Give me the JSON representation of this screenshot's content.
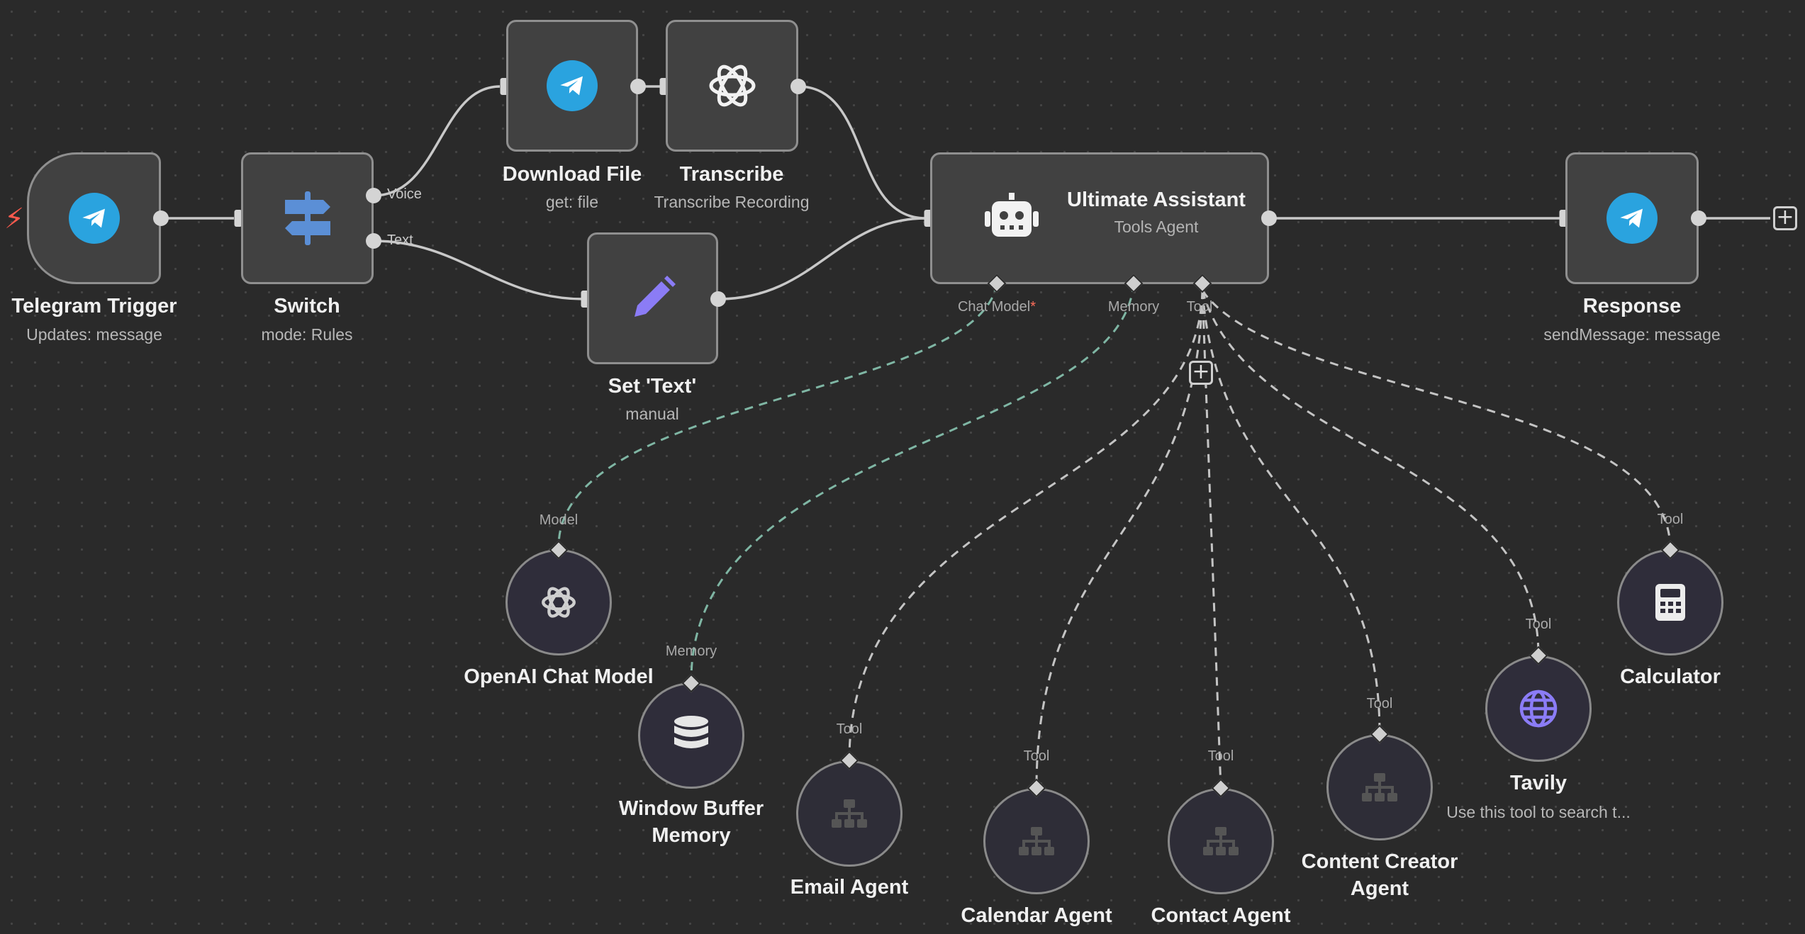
{
  "nodes": {
    "telegram_trigger": {
      "title": "Telegram Trigger",
      "subtitle": "Updates: message",
      "icon": "telegram-icon"
    },
    "switch": {
      "title": "Switch",
      "subtitle": "mode: Rules",
      "icon": "signpost-icon",
      "outputs": [
        "Voice",
        "Text"
      ]
    },
    "download_file": {
      "title": "Download File",
      "subtitle": "get: file",
      "icon": "telegram-icon"
    },
    "transcribe": {
      "title": "Transcribe",
      "subtitle": "Transcribe Recording",
      "icon": "openai-icon"
    },
    "set_text": {
      "title": "Set 'Text'",
      "subtitle": "manual",
      "icon": "pencil-icon"
    },
    "ultimate_assistant": {
      "title": "Ultimate Assistant",
      "subtitle": "Tools Agent",
      "icon": "robot-icon",
      "ports": {
        "chat_model": "Chat Model",
        "required_mark": "*",
        "memory": "Memory",
        "tool": "Tool"
      }
    },
    "response": {
      "title": "Response",
      "subtitle": "sendMessage: message",
      "icon": "telegram-icon"
    },
    "openai_chat_model": {
      "title": "OpenAI Chat Model",
      "port": "Model",
      "icon": "openai-icon"
    },
    "window_buffer_memory": {
      "title_line1": "Window Buffer",
      "title_line2": "Memory",
      "port": "Memory",
      "icon": "database-icon"
    },
    "email_agent": {
      "title": "Email Agent",
      "port": "Tool",
      "icon": "sitemap-icon"
    },
    "calendar_agent": {
      "title": "Calendar Agent",
      "port": "Tool",
      "icon": "sitemap-icon"
    },
    "contact_agent": {
      "title": "Contact Agent",
      "port": "Tool",
      "icon": "sitemap-icon"
    },
    "content_creator_agent": {
      "title_line1": "Content Creator",
      "title_line2": "Agent",
      "port": "Tool",
      "icon": "sitemap-icon"
    },
    "tavily": {
      "title": "Tavily",
      "subtitle": "Use this tool to search t...",
      "port": "Tool",
      "icon": "globe-icon"
    },
    "calculator": {
      "title": "Calculator",
      "port": "Tool",
      "icon": "calculator-icon"
    }
  },
  "colors": {
    "canvas": "#2a2a2a",
    "node": "#414141",
    "telegram": "#2aa3df",
    "accent_purple": "#8b7cf6",
    "model_wire": "#7fb6a4",
    "trigger_bolt": "#ff5a4d"
  }
}
